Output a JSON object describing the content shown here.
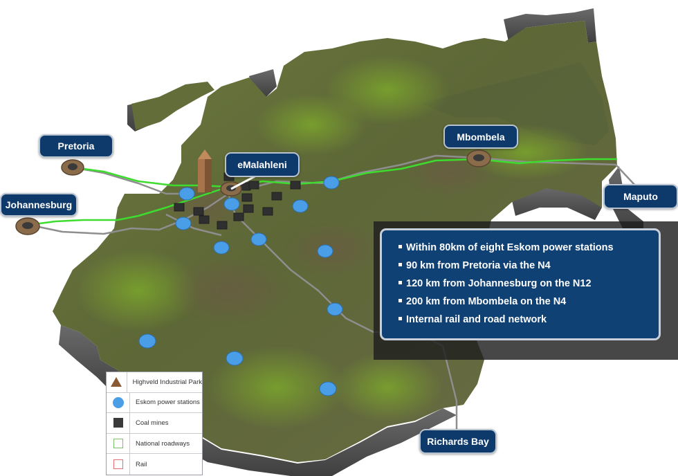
{
  "cities": {
    "pretoria": "Pretoria",
    "johannesburg": "Johannesburg",
    "emalahleni": "eMalahleni",
    "mbombela": "Mbombela",
    "maputo": "Maputo",
    "richards_bay": "Richards Bay"
  },
  "info_panel": {
    "items": [
      "Within 80km of eight Eskom power stations",
      "90 km from Pretoria via the N4",
      "120 km from Johannesburg on the N12",
      "200 km from Mbombela on the N4",
      "Internal rail and road network"
    ]
  },
  "legend": {
    "items": [
      {
        "label": "Highveld Industrial Park",
        "icon": "triangle-icon",
        "color": "#8a5a34"
      },
      {
        "label": "Eskom power stations",
        "icon": "circle-icon",
        "color": "#4a9ee8"
      },
      {
        "label": "Coal mines",
        "icon": "square-icon",
        "color": "#3a3a3a"
      },
      {
        "label": "National roadways",
        "icon": "outline-square-icon",
        "color": "#7dbf6a"
      },
      {
        "label": "Rail",
        "icon": "outline-square-icon",
        "color": "#e07070"
      }
    ]
  },
  "colors": {
    "label_bg": "#0d3a6b",
    "power_station": "#4a9ee8",
    "coal_mine": "#3a3a3a",
    "road": "#3ddc2f",
    "rail": "#8c8c8c",
    "terrain": "#5f6a3a",
    "terrain_side": "#5a5a5a"
  }
}
